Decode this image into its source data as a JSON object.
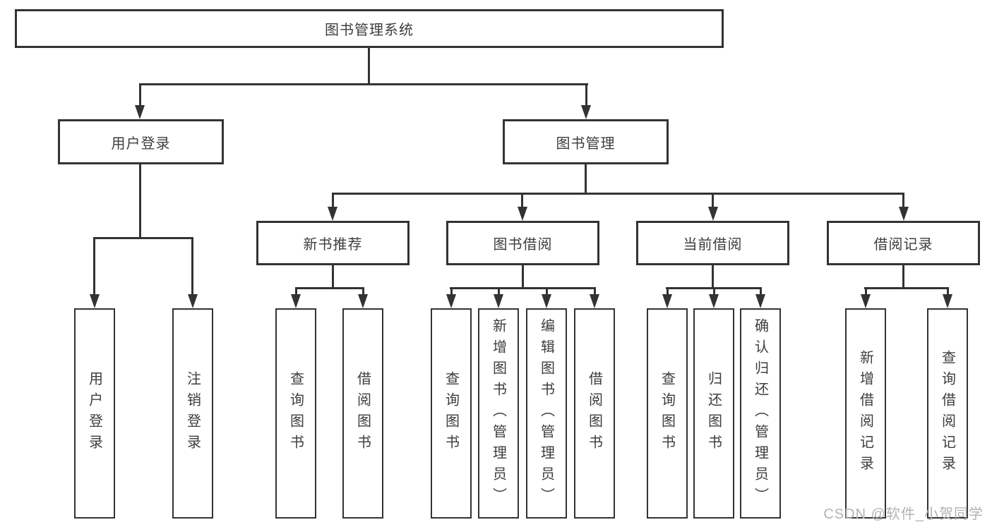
{
  "diagram": {
    "root": {
      "label": "图书管理系统"
    },
    "level2": [
      {
        "label": "用户登录"
      },
      {
        "label": "图书管理"
      }
    ],
    "level3": [
      {
        "label": "新书推荐"
      },
      {
        "label": "图书借阅"
      },
      {
        "label": "当前借阅"
      },
      {
        "label": "借阅记录"
      }
    ],
    "leaves": {
      "user_login": [
        "用户登录",
        "注销登录"
      ],
      "new_book": [
        "查询图书",
        "借阅图书"
      ],
      "book_borrow": [
        "查询图书",
        "新增图书（管理员）",
        "编辑图书（管理员）",
        "借阅图书"
      ],
      "current_borrow": [
        "查询图书",
        "归还图书",
        "确认归还（管理员）"
      ],
      "borrow_records": [
        "新增借阅记录",
        "查询借阅记录"
      ]
    }
  },
  "watermark": {
    "text": "CSDN @软件_小贺同学",
    "color": "#b8b0b0"
  },
  "colors": {
    "line": "#333333",
    "text": "#3d3d3d",
    "background": "#ffffff"
  }
}
